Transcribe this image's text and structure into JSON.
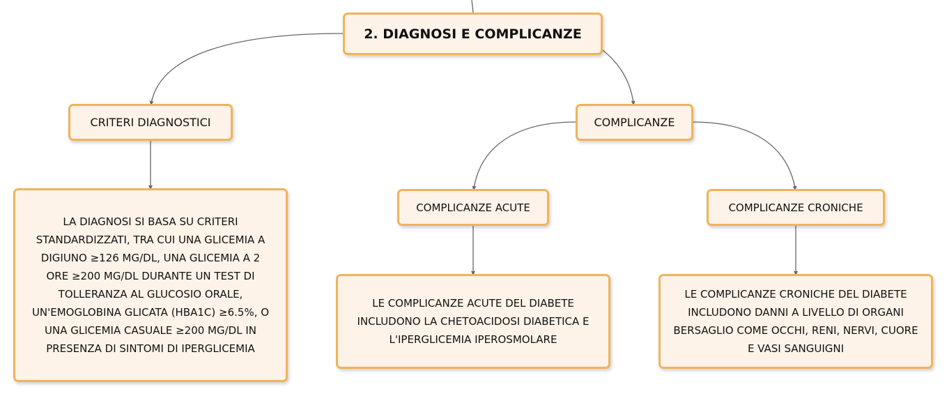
{
  "map": {
    "root": {
      "label": "2. DIAGNOSI E COMPLICANZE"
    },
    "criteri": {
      "label": "CRITERI DIAGNOSTICI",
      "text": "La diagnosi si basa su criteri standardizzati, tra cui una glicemia a digiuno ≥126 mg/dL, una glicemia a 2 ore ≥200 mg/dL durante un test di tolleranza al glucosio orale, un'emoglobina glicata (HbA1c) ≥6.5%, o una glicemia casuale ≥200 mg/dL in presenza di sintomi di iperglicemia"
    },
    "complicanze": {
      "label": "COMPLICANZE",
      "acute": {
        "label": "COMPLICANZE ACUTE",
        "text": "Le complicanze acute del diabete includono la chetoacidosi diabetica e l'iperglicemia iperosmolare"
      },
      "croniche": {
        "label": "COMPLICANZE CRONICHE",
        "text": "Le complicanze croniche del diabete includono danni a livello di organi bersaglio come occhi, reni, nervi, cuore e vasi sanguigni"
      }
    }
  },
  "colors": {
    "node_border": "#f0b35a",
    "node_fill": "#fdf3e9",
    "connector": "#666666"
  }
}
